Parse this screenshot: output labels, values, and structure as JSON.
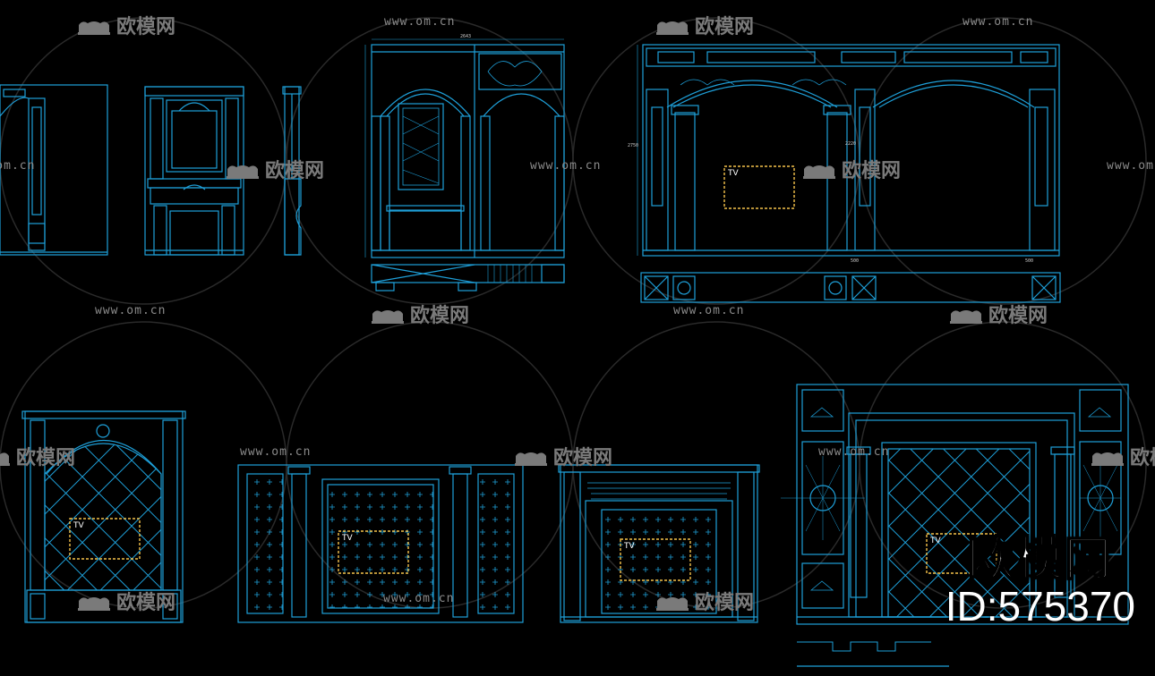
{
  "watermark": {
    "url": "www.om.cn",
    "logo_text": "欧模网"
  },
  "drawings": {
    "tv_label": "TV",
    "dim_labels": [
      "2643",
      "2750",
      "2220",
      "500",
      "500"
    ]
  },
  "brand": {
    "name": "欧模网",
    "id_text": "ID:575370"
  },
  "colors": {
    "background": "#000000",
    "line": "#1e9fd8",
    "tv_box": "#f5c24a",
    "watermark": "#7a7a7a"
  },
  "icons": [
    "sofa-icon"
  ]
}
